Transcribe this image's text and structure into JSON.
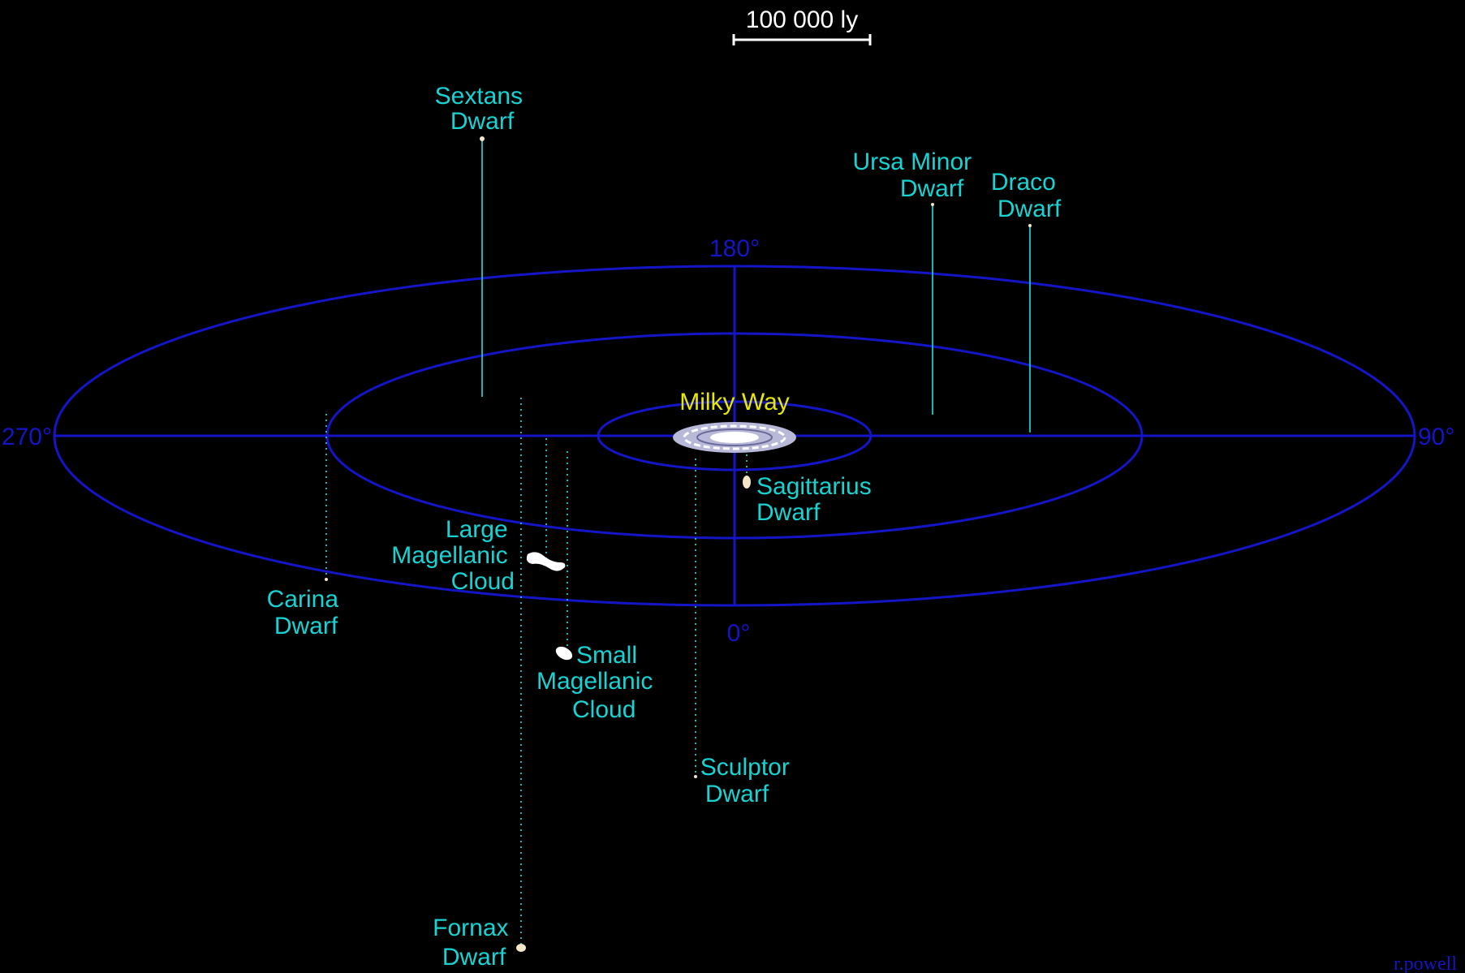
{
  "scale_bar": {
    "label": "100 000 ly"
  },
  "center": {
    "label": "Milky Way"
  },
  "angles": {
    "top": "180°",
    "right": "90°",
    "left": "270°",
    "bottom": "0°"
  },
  "galaxies": {
    "sextans": [
      "Sextans",
      "Dwarf"
    ],
    "ursa_minor": [
      "Ursa Minor",
      "Dwarf"
    ],
    "draco": [
      "Draco",
      "Dwarf"
    ],
    "sagittarius": [
      "Sagittarius",
      "Dwarf"
    ],
    "lmc": [
      "Large",
      "Magellanic",
      "Cloud"
    ],
    "carina": [
      "Carina",
      "Dwarf"
    ],
    "smc": [
      "Small",
      "Magellanic",
      "Cloud"
    ],
    "sculptor": [
      "Sculptor",
      "Dwarf"
    ],
    "fornax": [
      "Fornax",
      "Dwarf"
    ]
  },
  "credit": "r.powell",
  "colors": {
    "background": "#000000",
    "grid": "#1515c8",
    "label": "#19d3d3",
    "milky_way_label": "#e6e60a",
    "object": "#f5e6c8"
  }
}
